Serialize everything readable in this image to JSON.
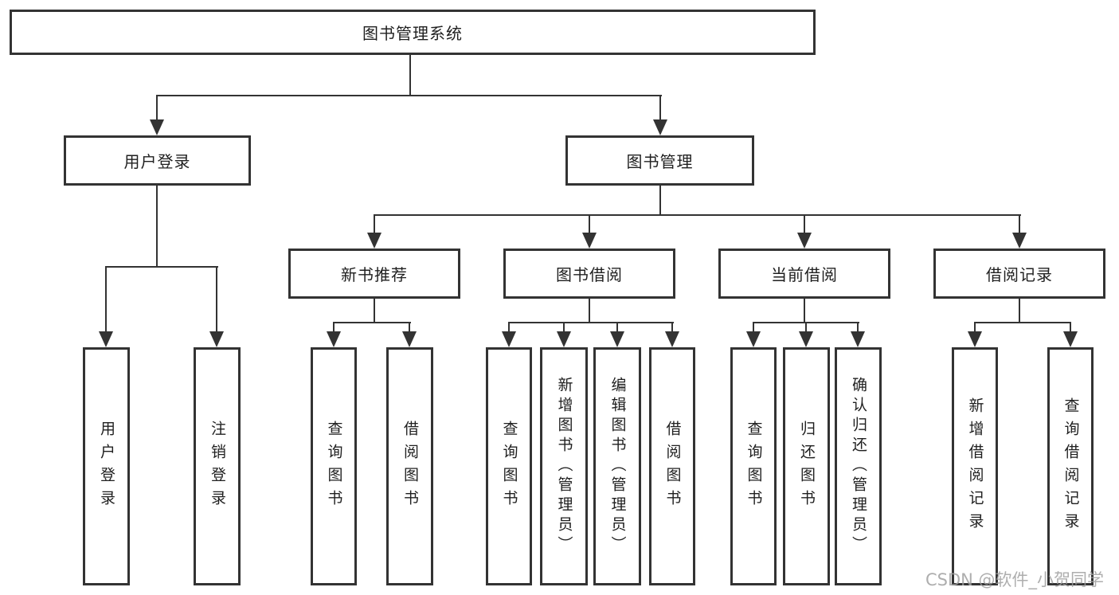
{
  "diagram_title": "图书管理系统",
  "nodes": {
    "root": {
      "label": "图书管理系统"
    },
    "user_login": {
      "label": "用户登录"
    },
    "book_management": {
      "label": "图书管理"
    },
    "new_book_recommend": {
      "label": "新书推荐"
    },
    "book_borrow": {
      "label": "图书借阅"
    },
    "current_borrow": {
      "label": "当前借阅"
    },
    "borrow_records": {
      "label": "借阅记录"
    },
    "leaf_user_login": {
      "label": "用户登录"
    },
    "leaf_logout": {
      "label": "注销登录"
    },
    "leaf_query_book_1": {
      "label": "查询图书"
    },
    "leaf_borrow_book_1": {
      "label": "借阅图书"
    },
    "leaf_query_book_2": {
      "label": "查询图书"
    },
    "leaf_add_book": {
      "label": "新增图书（管理员）"
    },
    "leaf_edit_book": {
      "label": "编辑图书（管理员）"
    },
    "leaf_borrow_book_2": {
      "label": "借阅图书"
    },
    "leaf_query_book_3": {
      "label": "查询图书"
    },
    "leaf_return_book": {
      "label": "归还图书"
    },
    "leaf_confirm_return": {
      "label": "确认归还（管理员）"
    },
    "leaf_add_borrow_record": {
      "label": "新增借阅记录"
    },
    "leaf_query_borrow_record": {
      "label": "查询借阅记录"
    }
  },
  "tree": {
    "图书管理系统": {
      "用户登录": [
        "用户登录",
        "注销登录"
      ],
      "图书管理": {
        "新书推荐": [
          "查询图书",
          "借阅图书"
        ],
        "图书借阅": [
          "查询图书",
          "新增图书（管理员）",
          "编辑图书（管理员）",
          "借阅图书"
        ],
        "当前借阅": [
          "查询图书",
          "归还图书",
          "确认归还（管理员）"
        ],
        "借阅记录": [
          "新增借阅记录",
          "查询借阅记录"
        ]
      }
    }
  },
  "watermark": "CSDN @软件_小贺同学",
  "colors": {
    "line": "#333333",
    "text": "#1f1f1f",
    "watermark": "#a0a0a0",
    "background": "#ffffff"
  }
}
